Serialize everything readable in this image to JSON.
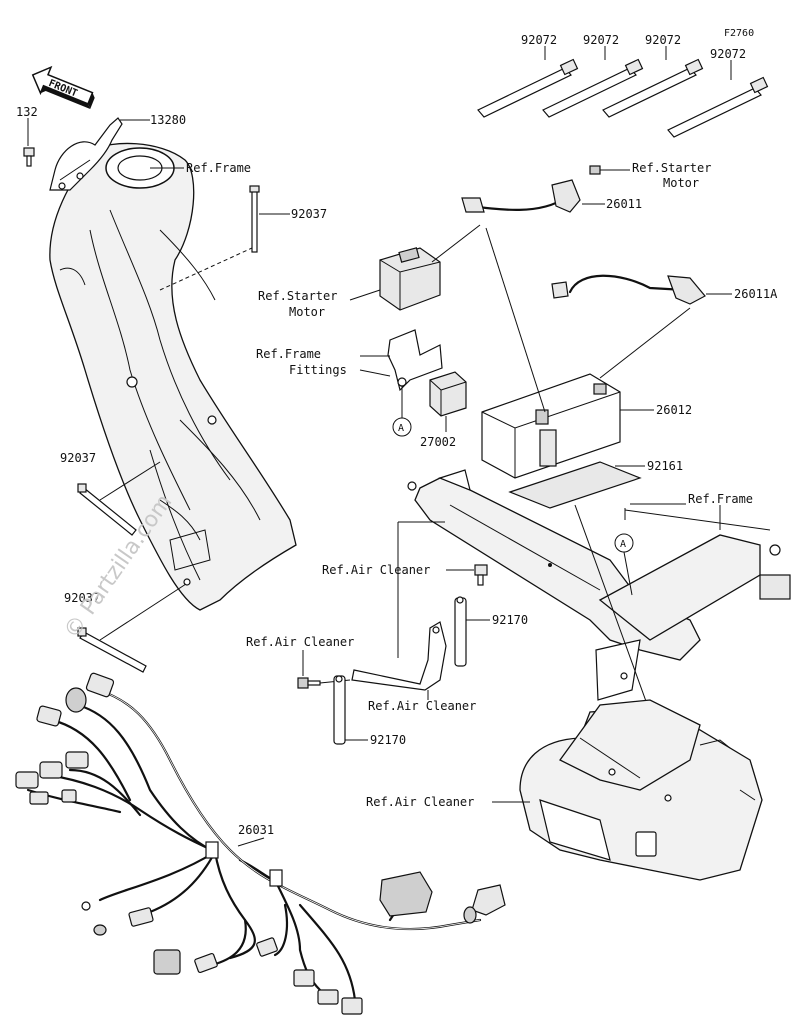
{
  "diagram_id": "F2760",
  "front_label": "FRONT",
  "watermark": "© Partzilla.com",
  "labels": {
    "p132": "132",
    "p13280": "13280",
    "ref_frame_top": "Ref.Frame",
    "p92037_top": "92037",
    "p92072_1": "92072",
    "p92072_2": "92072",
    "p92072_3": "92072",
    "p92072_4": "92072",
    "ref_starter_motor_r_1": "Ref.Starter",
    "ref_starter_motor_r_2": "Motor",
    "p26011": "26011",
    "ref_starter_motor_l_1": "Ref.Starter",
    "ref_starter_motor_l_2": "Motor",
    "p26011A": "26011A",
    "ref_frame_fittings_1": "Ref.Frame",
    "ref_frame_fittings_2": "Fittings",
    "marker_a_left": "A",
    "p27002": "27002",
    "p26012": "26012",
    "p92037_mid": "92037",
    "p92161": "92161",
    "ref_frame_right": "Ref.Frame",
    "marker_a_right": "A",
    "ref_air_cleaner_1": "Ref.Air Cleaner",
    "p92037_low": "92037",
    "p92170_upper": "92170",
    "ref_air_cleaner_2": "Ref.Air Cleaner",
    "ref_air_cleaner_3": "Ref.Air Cleaner",
    "p92170_lower": "92170",
    "ref_air_cleaner_4": "Ref.Air Cleaner",
    "p26031": "26031"
  },
  "icons": [
    "front-arrow-icon",
    "marker-a-icon"
  ]
}
